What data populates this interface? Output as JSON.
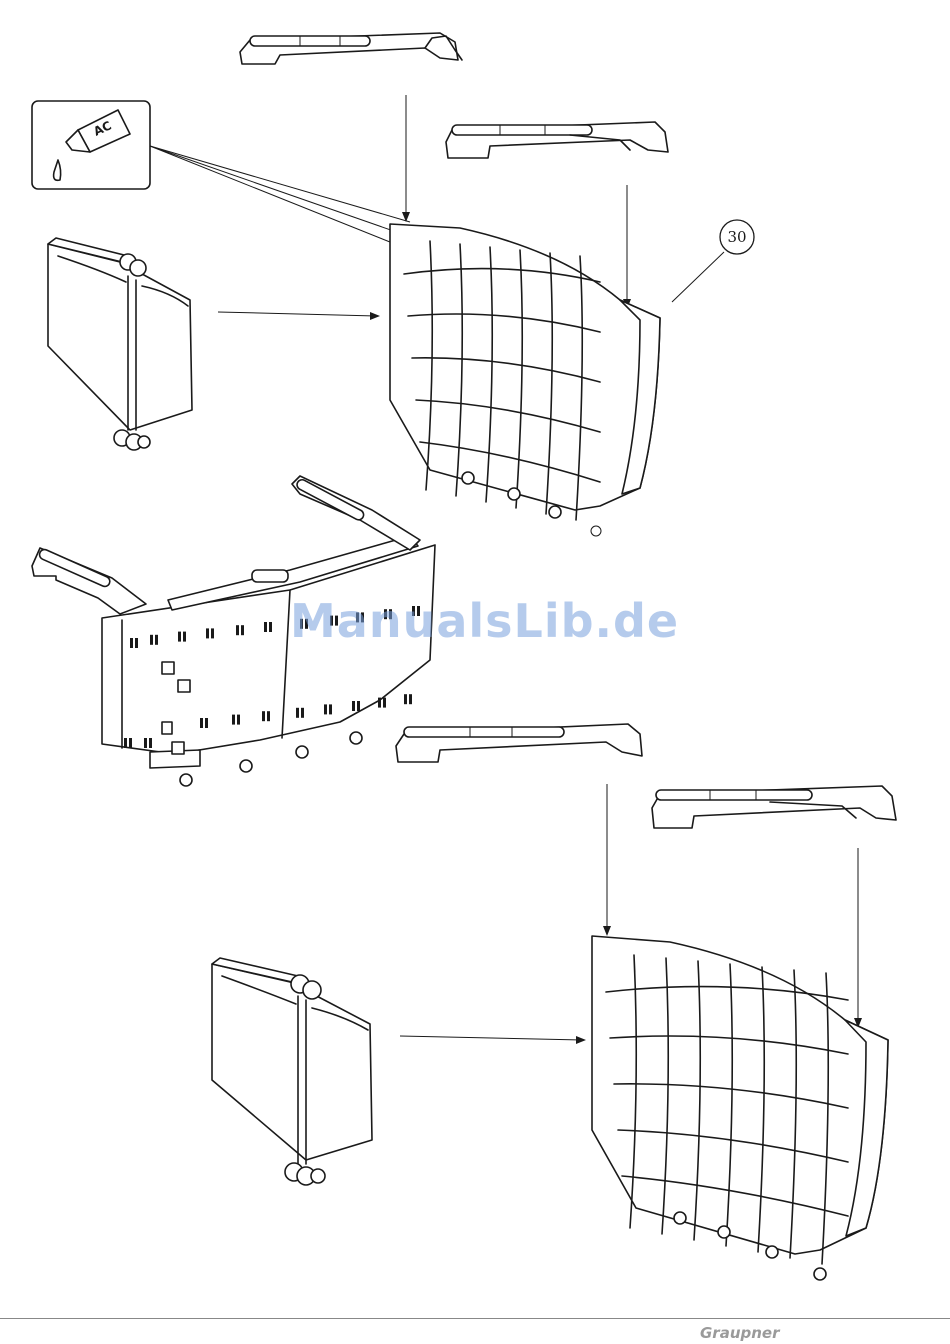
{
  "glue_box": {
    "label": "AC",
    "icon": "glue-tube-icon"
  },
  "callout": {
    "number": "30"
  },
  "watermark": {
    "text": "ManualsLib.de"
  },
  "footer": {
    "brand": "Graupner"
  }
}
